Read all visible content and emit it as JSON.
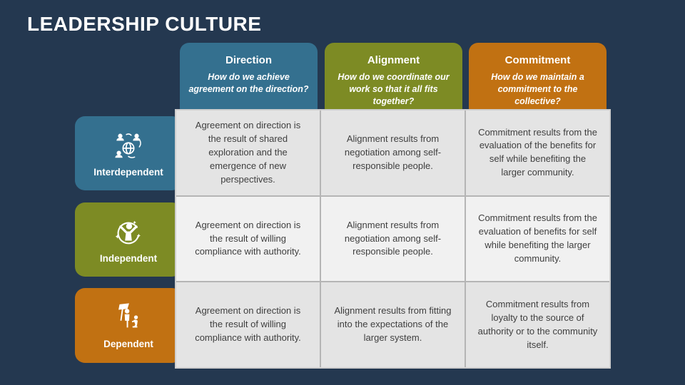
{
  "slide": {
    "title": "LEADERSHIP CULTURE"
  },
  "colors": {
    "background": "#243850",
    "blue": "#34708F",
    "olive": "#7D8B24",
    "orange": "#C17112",
    "cell_dark": "#E4E4E4",
    "cell_light": "#F1F1F1",
    "cell_text": "#3F3F3F",
    "divider": "#B5B5B5",
    "text_on_color": "#FFFFFF"
  },
  "columns": [
    {
      "label": "Direction",
      "question": "How do we achieve agreement on the direction?"
    },
    {
      "label": "Alignment",
      "question": "How do we coordinate our work so that it all fits together?"
    },
    {
      "label": "Commitment",
      "question": "How do we maintain a commitment to the collective?"
    }
  ],
  "rows": [
    {
      "label": "Interdependent",
      "icon": "people-around-globe-icon",
      "cells": [
        "Agreement on direction is the result of shared exploration and the emergence of new perspectives.",
        "Alignment results from negotiation among self-responsible people.",
        "Commitment results from the evaluation of the benefits for self while benefiting the larger community."
      ]
    },
    {
      "label": "Independent",
      "icon": "person-arms-raised-icon",
      "cells": [
        "Agreement on direction is the result of willing compliance with authority.",
        "Alignment results from negotiation among self-responsible people.",
        "Commitment results from the evaluation of benefits for self while benefiting the larger community."
      ]
    },
    {
      "label": "Dependent",
      "icon": "flag-leader-follower-icon",
      "cells": [
        "Agreement on direction is the result of willing compliance with authority.",
        "Alignment results from fitting into the expectations of the larger system.",
        "Commitment results from loyalty to the source of authority or to the community itself."
      ]
    }
  ]
}
